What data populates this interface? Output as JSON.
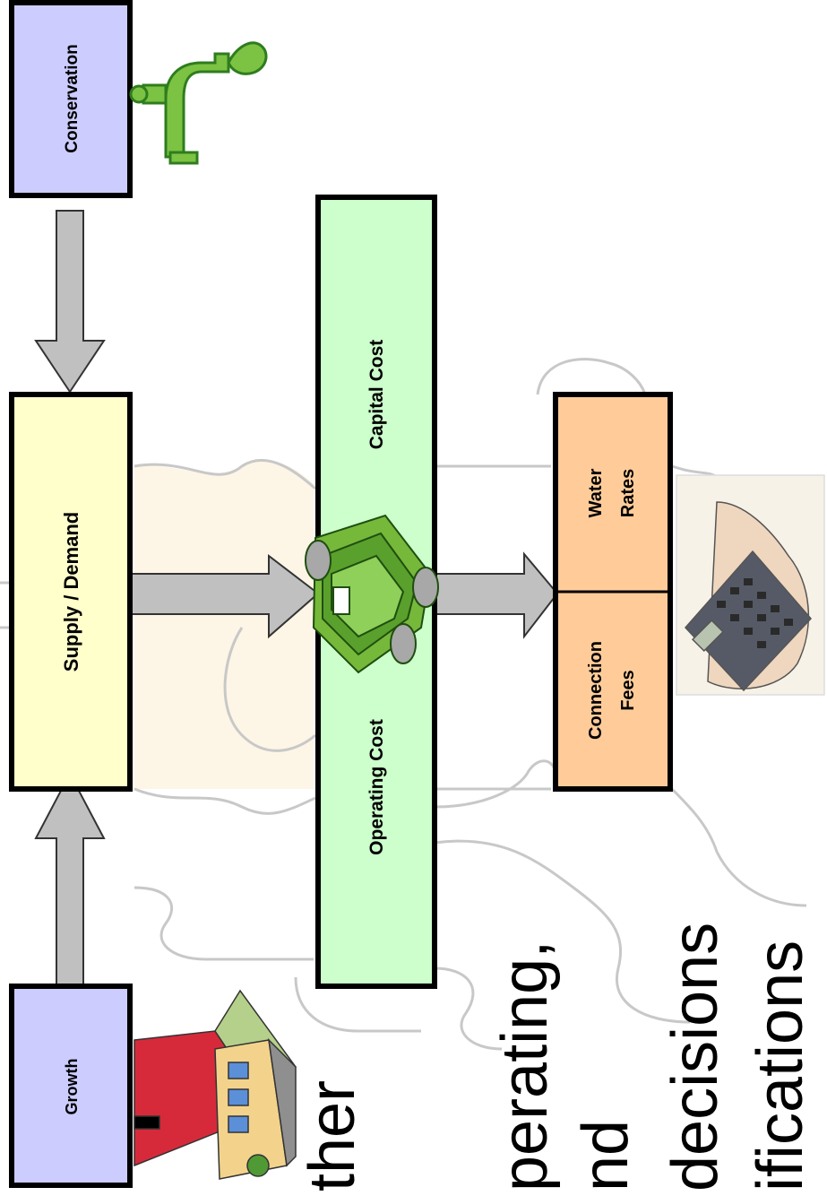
{
  "diagram": {
    "nodes": {
      "growth": "Growth",
      "conservation": "Conservation",
      "supply_demand": "Supply / Demand",
      "operating_cost": "Operating Cost",
      "capital_cost": "Capital Cost",
      "connection_fees_line1": "Connection",
      "connection_fees_line2": "Fees",
      "water_rates_line1": "Water",
      "water_rates_line2": "Rates"
    },
    "background_text_lines": [
      "ther",
      "perating,",
      "nd",
      "decisions",
      "ifications"
    ],
    "icons": {
      "conservation": "water-faucet-icon",
      "growth": "house-icon",
      "costs": "money-stack-icon",
      "rates": "calculator-hand-icon"
    },
    "colors": {
      "purple_box": "#ccccff",
      "yellow_box": "#ffffcc",
      "green_box": "#ccffcc",
      "orange_box": "#ffcc99",
      "arrow_fill": "#c0c0c0",
      "puzzle_fill": "#fdf5e6",
      "puzzle_stroke": "#cccccc"
    }
  }
}
